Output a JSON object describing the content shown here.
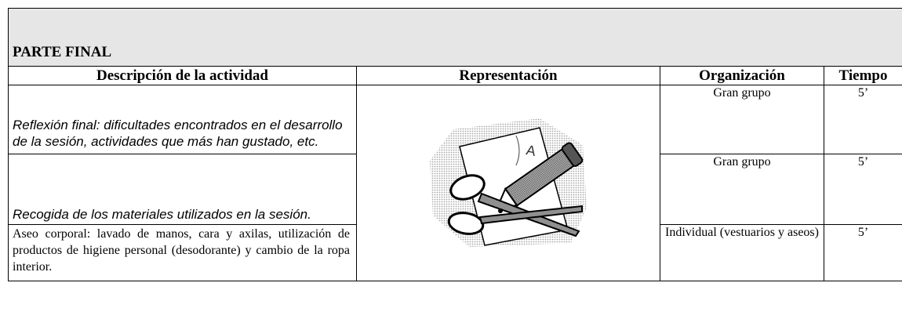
{
  "section": {
    "title": "PARTE FINAL"
  },
  "headers": {
    "description": "Descripción de la actividad",
    "representation": "Representación",
    "organization": "Organización",
    "time": "Tiempo"
  },
  "rows": [
    {
      "description": "Reflexión final: dificultades encontrados en el desarrollo de la sesión, actividades que más han gustado, etc.",
      "organization": "Gran grupo",
      "time": "5’"
    },
    {
      "description": "Recogida de los materiales utilizados en la sesión.",
      "organization": "Gran grupo",
      "time": "5’"
    },
    {
      "description": "Aseo corporal: lavado de manos, cara y axilas, utilización de productos de higiene personal (desodorante) y cambio de la ropa interior.",
      "organization": "Individual (vestuarios y aseos)",
      "time": "5’"
    }
  ],
  "illustration": {
    "icon": "scissors-pencil-paper-clipart-icon"
  }
}
